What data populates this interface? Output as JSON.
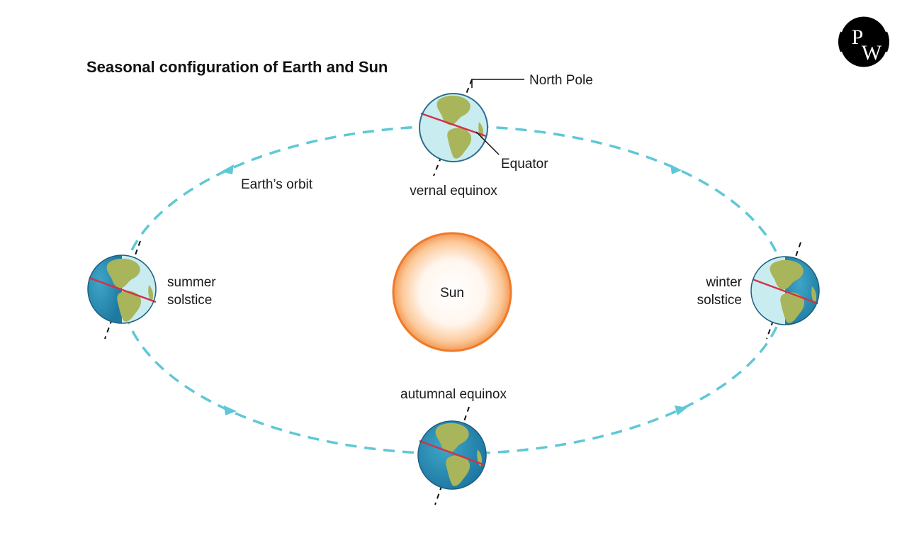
{
  "title": "Seasonal configuration of Earth and Sun",
  "logo": {
    "text": "PW"
  },
  "labels": {
    "north_pole": "North Pole",
    "equator": "Equator",
    "orbit": "Earth’s orbit",
    "vernal": "vernal equinox",
    "autumnal": "autumnal equinox",
    "summer_1": "summer",
    "summer_2": "solstice",
    "winter_1": "winter",
    "winter_2": "solstice",
    "sun": "Sun"
  },
  "colors": {
    "orbit": "#5ec8d6",
    "sun_edge": "#ef7a2a",
    "equator": "#d2324a",
    "ocean_lit": "#c8ecef",
    "ocean_dark": "#2f8fb5",
    "land": "#a9b55a"
  }
}
